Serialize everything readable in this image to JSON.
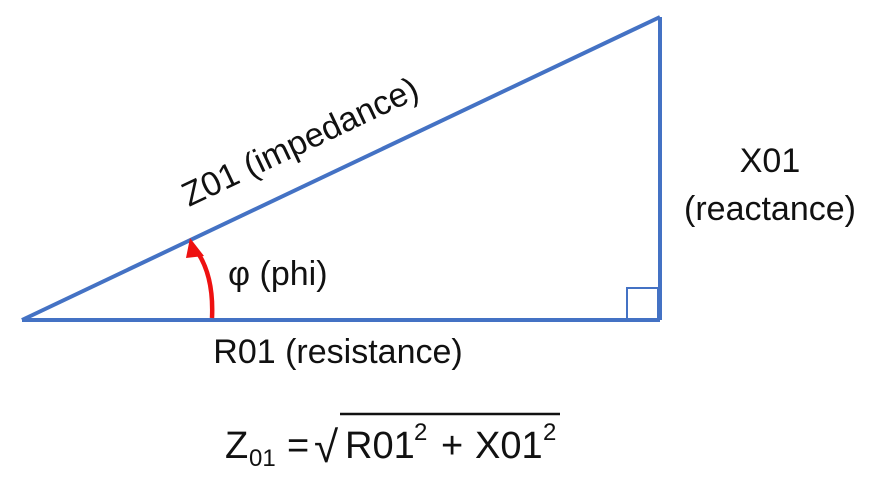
{
  "colors": {
    "triangle": "#4472C4",
    "angle_arrow": "#EE1111"
  },
  "labels": {
    "hypotenuse": "Z01 (impedance)",
    "opposite_line1": "X01",
    "opposite_line2": "(reactance)",
    "adjacent": "R01 (resistance)",
    "angle": "φ (phi)"
  },
  "formula": {
    "lhs_main": "Z",
    "lhs_sub": "01",
    "equals": "=",
    "radical": "√",
    "term1": "R01",
    "exp1": "2",
    "plus": "+",
    "term2": "X01",
    "exp2": "2"
  }
}
